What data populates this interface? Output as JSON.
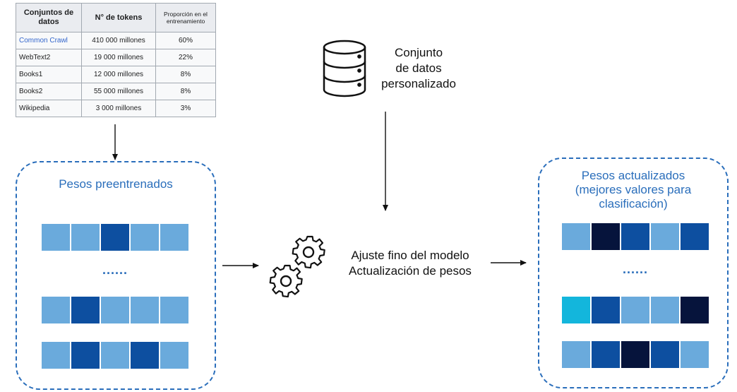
{
  "table": {
    "headers": [
      "Conjuntos de datos",
      "N° de tokens",
      "Proporción en el entrenamiento"
    ],
    "rows": [
      {
        "dataset": "Common Crawl",
        "tokens": "410 000 millones",
        "proportion": "60%"
      },
      {
        "dataset": "WebText2",
        "tokens": "19 000 millones",
        "proportion": "22%"
      },
      {
        "dataset": "Books1",
        "tokens": "12 000 millones",
        "proportion": "8%"
      },
      {
        "dataset": "Books2",
        "tokens": "55 000 millones",
        "proportion": "8%"
      },
      {
        "dataset": "Wikipedia",
        "tokens": "3 000 millones",
        "proportion": "3%"
      }
    ]
  },
  "custom_dataset": {
    "line1": "Conjunto",
    "line2": "de datos",
    "line3": "personalizado"
  },
  "pretrained": {
    "title": "Pesos preentrenados",
    "ellipsis": "......"
  },
  "finetune": {
    "line1": "Ajuste fino del modelo",
    "line2": "Actualización de pesos"
  },
  "updated": {
    "title_line1": "Pesos actualizados",
    "title_line2": "(mejores valores para",
    "title_line3": "clasificación)",
    "ellipsis": "......"
  },
  "colors": {
    "light": "#6aaadc",
    "mid": "#0d4fa0",
    "dark": "#06143c",
    "cyan": "#13b6dc",
    "border": "#2a6ebb"
  },
  "weights": {
    "pretrained_rows": [
      [
        "light",
        "light",
        "mid",
        "light",
        "light"
      ],
      [
        "light",
        "mid",
        "light",
        "light",
        "light"
      ],
      [
        "light",
        "mid",
        "light",
        "mid",
        "light"
      ]
    ],
    "updated_rows": [
      [
        "light",
        "dark",
        "mid",
        "light",
        "mid"
      ],
      [
        "cyan",
        "mid",
        "light",
        "light",
        "dark"
      ],
      [
        "light",
        "mid",
        "dark",
        "mid",
        "light"
      ]
    ]
  }
}
